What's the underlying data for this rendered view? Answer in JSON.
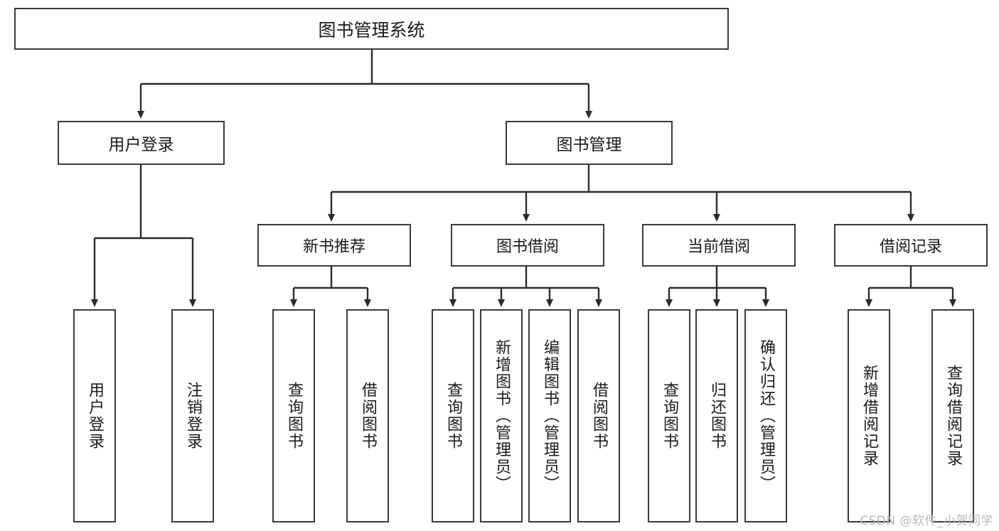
{
  "diagram": {
    "title": "图书管理系统",
    "type": "tree-hierarchy-diagram",
    "root": {
      "id": "root",
      "label": "图书管理系统"
    },
    "level2": [
      {
        "id": "user-login",
        "label": "用户登录"
      },
      {
        "id": "book-management",
        "label": "图书管理"
      }
    ],
    "level3": [
      {
        "id": "new-book-recommend",
        "label": "新书推荐",
        "parent": "book-management"
      },
      {
        "id": "book-borrow",
        "label": "图书借阅",
        "parent": "book-management"
      },
      {
        "id": "current-borrow",
        "label": "当前借阅",
        "parent": "book-management"
      },
      {
        "id": "borrow-record",
        "label": "借阅记录",
        "parent": "book-management"
      }
    ],
    "leaves": [
      {
        "id": "leaf-user-login",
        "label": "用户登录",
        "parent": "user-login"
      },
      {
        "id": "leaf-logout-login",
        "label": "注销登录",
        "parent": "user-login"
      },
      {
        "id": "leaf-query-book-1",
        "label": "查询图书",
        "parent": "new-book-recommend"
      },
      {
        "id": "leaf-borrow-book-1",
        "label": "借阅图书",
        "parent": "new-book-recommend"
      },
      {
        "id": "leaf-query-book-2",
        "label": "查询图书",
        "parent": "book-borrow"
      },
      {
        "id": "leaf-add-book",
        "label": "新增图书（管理员）",
        "parent": "book-borrow"
      },
      {
        "id": "leaf-edit-book",
        "label": "编辑图书（管理员）",
        "parent": "book-borrow"
      },
      {
        "id": "leaf-borrow-book-2",
        "label": "借阅图书",
        "parent": "book-borrow"
      },
      {
        "id": "leaf-query-book-3",
        "label": "查询图书",
        "parent": "current-borrow"
      },
      {
        "id": "leaf-return-book",
        "label": "归还图书",
        "parent": "current-borrow"
      },
      {
        "id": "leaf-confirm-return",
        "label": "确认归还（管理员）",
        "parent": "current-borrow"
      },
      {
        "id": "leaf-add-record",
        "label": "新增借阅记录",
        "parent": "borrow-record"
      },
      {
        "id": "leaf-query-record",
        "label": "查询借阅记录",
        "parent": "borrow-record"
      }
    ]
  },
  "watermark": {
    "text": "CSDN @软件_小贺同学"
  },
  "colors": {
    "stroke": "#3a3a3a",
    "background": "#ffffff",
    "text": "#1b1b1b",
    "watermark": "#b9b9b9"
  }
}
